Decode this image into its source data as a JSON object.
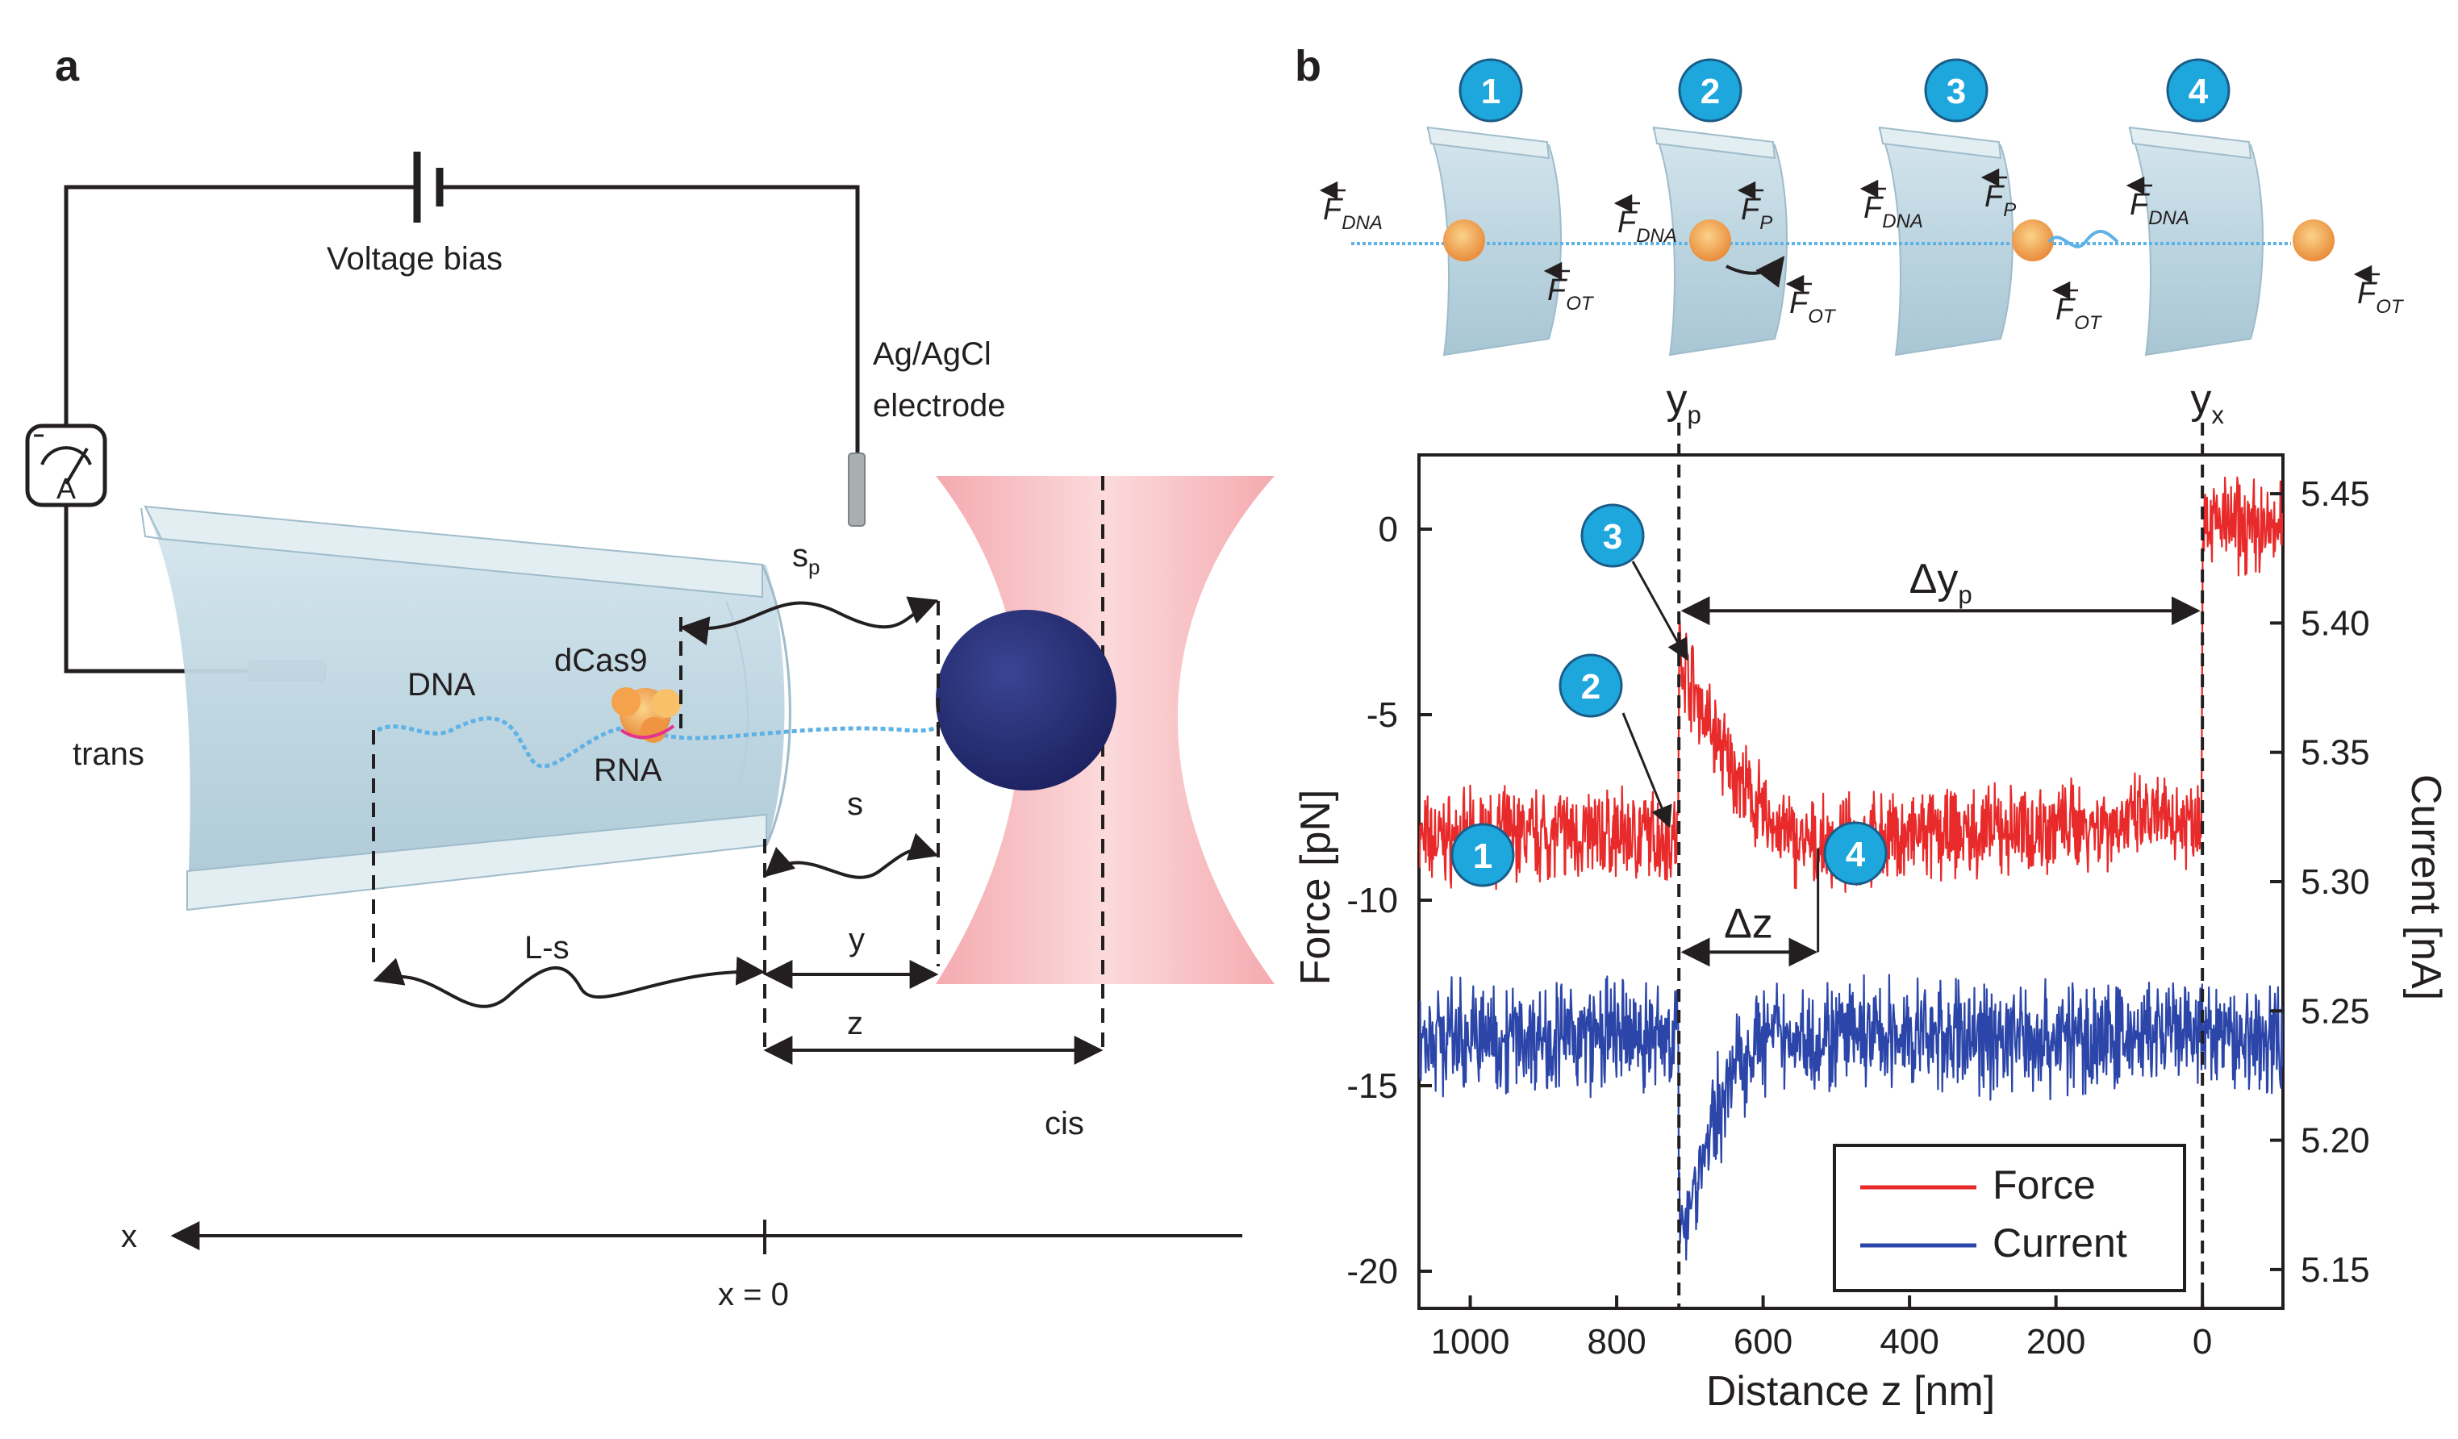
{
  "panel_a": {
    "label": "a",
    "voltage_bias": "Voltage bias",
    "electrode_line1": "Ag/AgCl",
    "electrode_line2": "electrode",
    "ammeter": "A",
    "trans": "trans",
    "cis": "cis",
    "dna": "DNA",
    "dcas9": "dCas9",
    "rna": "RNA",
    "sp": "s",
    "sp_sub": "p",
    "s": "s",
    "ls": "L-s",
    "y": "y",
    "z": "z",
    "x_axis": "x",
    "x_zero": "x = 0"
  },
  "panel_b": {
    "label": "b",
    "steps": [
      "1",
      "2",
      "3",
      "4"
    ],
    "f_dna": "F",
    "f_dna_sub": "DNA",
    "f_p": "F",
    "f_p_sub": "P",
    "f_ot": "F",
    "f_ot_sub": "OT",
    "yp": "y",
    "yp_sub": "p",
    "yx": "y",
    "yx_sub": "x",
    "delta_yp": "Δy",
    "delta_yp_sub": "p",
    "delta_z": "Δz"
  },
  "colors": {
    "force": "#e82a2a",
    "current": "#2b45a8",
    "badge": "#1ea7dd",
    "pore": "#c9dde6",
    "trap": "#f07f86",
    "bead": "#252c6e",
    "dna": "#5fb2e6"
  },
  "chart_data": {
    "type": "line",
    "title": "",
    "xlabel": "Distance z [nm]",
    "ylabel": "Force [pN]",
    "ylabel_right": "Current [nA]",
    "xlim": [
      1070,
      -110
    ],
    "ylim": [
      -21,
      2
    ],
    "ylim_right": [
      5.135,
      5.465
    ],
    "x_ticks": [
      1000,
      800,
      600,
      400,
      200,
      0
    ],
    "y_ticks": [
      0,
      -5,
      -10,
      -15,
      -20
    ],
    "y_right_ticks": [
      "5.45",
      "5.40",
      "5.35",
      "5.30",
      "5.25",
      "5.20",
      "5.15"
    ],
    "legend": [
      "Force",
      "Current"
    ],
    "legend_position": "bottom-right",
    "markers": {
      "yp": 715,
      "yx": 0,
      "z_step4": 525
    },
    "series": [
      {
        "name": "Force",
        "x": [
          1070,
          900,
          716,
          715,
          700,
          680,
          650,
          620,
          590,
          560,
          530,
          500,
          450,
          400,
          300,
          200,
          100,
          1,
          0,
          -50,
          -110
        ],
        "values": [
          -8.4,
          -8.2,
          -8.3,
          -3.3,
          -4.0,
          -5.0,
          -6.2,
          -7.2,
          -7.9,
          -8.4,
          -8.6,
          -8.5,
          -8.4,
          -8.3,
          -8.2,
          -8.0,
          -7.9,
          -7.8,
          0.3,
          0.1,
          0.0
        ]
      },
      {
        "name": "Current",
        "x": [
          1070,
          900,
          716,
          715,
          690,
          670,
          650,
          630,
          610,
          580,
          500,
          300,
          100,
          0,
          -110
        ],
        "values": [
          5.24,
          5.24,
          5.24,
          5.165,
          5.185,
          5.205,
          5.22,
          5.232,
          5.238,
          5.24,
          5.24,
          5.24,
          5.24,
          5.24,
          5.24
        ]
      }
    ]
  }
}
